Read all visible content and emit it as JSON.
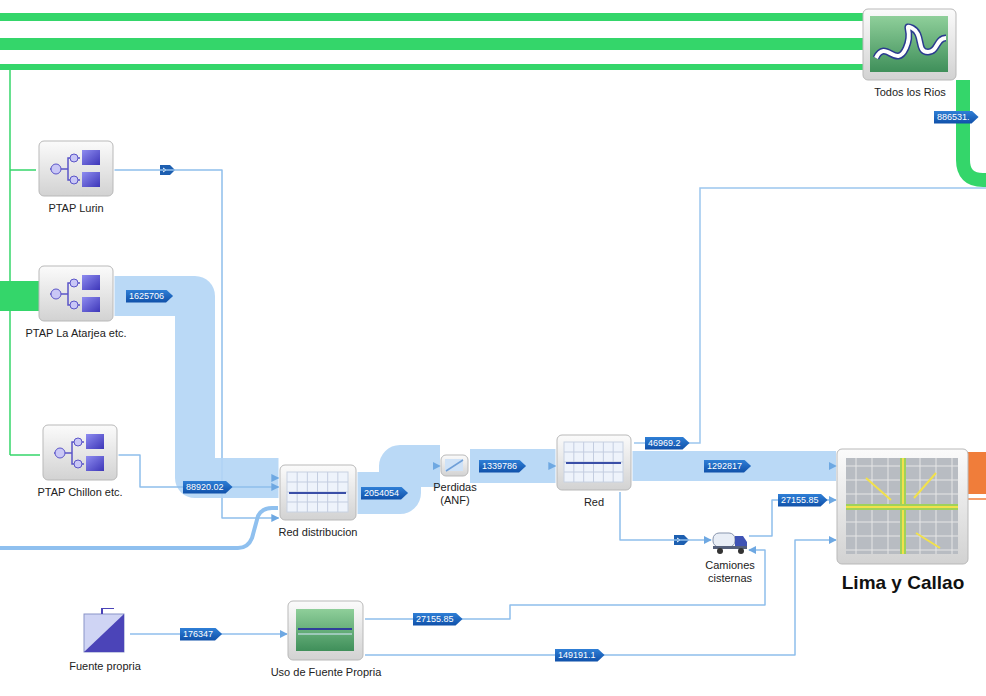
{
  "diagram": {
    "nodes": [
      {
        "text": [
          "Todos los Rios"
        ]
      },
      {
        "text": [
          "PTAP Lurin"
        ]
      },
      {
        "text": [
          "PTAP La Atarjea etc."
        ]
      },
      {
        "text": [
          "PTAP Chillon etc."
        ]
      },
      {
        "text": [
          "Red distribucion"
        ]
      },
      {
        "text": [
          "Perdidas (ANF)"
        ]
      },
      {
        "text": [
          "Red"
        ]
      },
      {
        "text": [
          "Camiones cisternas"
        ]
      },
      {
        "text": [
          "Lima y Callao"
        ]
      },
      {
        "text": [
          "Fuente propria"
        ]
      },
      {
        "text": [
          "Uso de Fuente Propria"
        ]
      }
    ],
    "edges": [
      {
        "from": 1,
        "to": 4,
        "arrow": "to"
      },
      {
        "from": 2,
        "to": 4,
        "label": "1625706",
        "arrow": "to"
      },
      {
        "from": 3,
        "to": 4,
        "label": "88920.02",
        "arrow": "to"
      },
      {
        "from": 4,
        "to": 5,
        "label": "2054054",
        "arrow": "to"
      },
      {
        "from": 5,
        "to": 6,
        "label": "1339786",
        "arrow": "to"
      },
      {
        "from": 6,
        "to": 8,
        "label": "1292817",
        "arrow": "to"
      },
      {
        "from": 6,
        "to": 7,
        "arrow": "to"
      },
      {
        "from": 7,
        "to": 8,
        "label": "27155.85",
        "arrow": "to"
      },
      {
        "from": 9,
        "to": 10,
        "label": "176347",
        "arrow": "to"
      },
      {
        "from": 10,
        "to": 7,
        "label": "27155.85",
        "arrow": "to"
      },
      {
        "from": 10,
        "to": 8,
        "label": "149191.1",
        "arrow": "to"
      }
    ],
    "labels": [
      "886531.",
      "46969.2"
    ]
  }
}
